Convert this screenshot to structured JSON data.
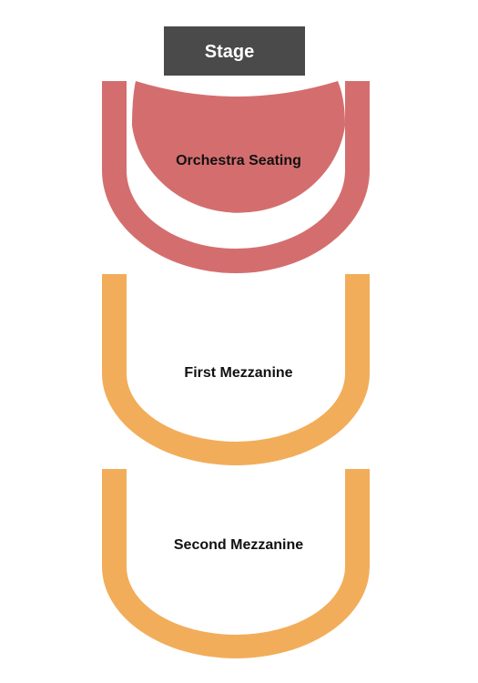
{
  "stage": {
    "label": "Stage",
    "color": "#4a4a4a"
  },
  "sections": {
    "orchestra": {
      "label": "Orchestra Seating",
      "color": "#d46e6e"
    },
    "first_mezzanine": {
      "label": "First Mezzanine",
      "color": "#f2ad5a"
    },
    "second_mezzanine": {
      "label": "Second Mezzanine",
      "color": "#f2ad5a"
    }
  }
}
